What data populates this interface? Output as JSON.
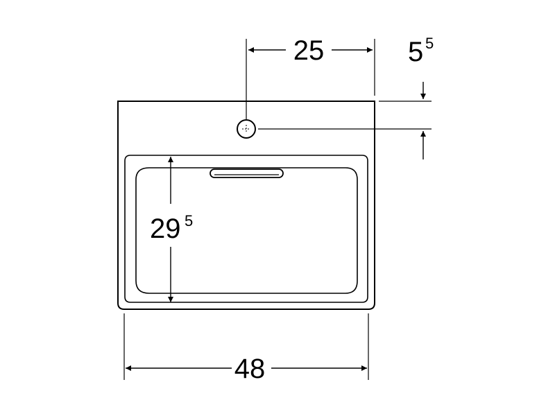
{
  "colors": {
    "line": "#000000",
    "background": "#ffffff"
  },
  "dimensions": {
    "tap_hole_offset": {
      "value": "25"
    },
    "tap_hole_from_back": {
      "value": "5",
      "superscript": "5"
    },
    "bowl_depth": {
      "value": "29",
      "superscript": "5"
    },
    "overall_width": {
      "value": "48"
    }
  }
}
